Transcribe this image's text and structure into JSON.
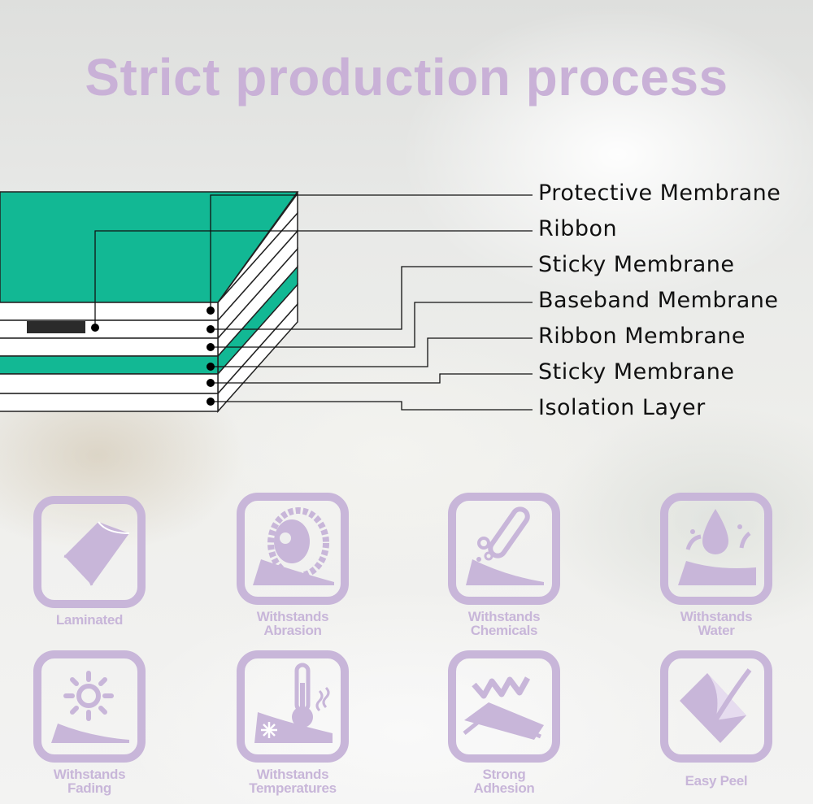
{
  "title": "Strict production process",
  "layers": [
    "Protective Membrane",
    "Ribbon",
    "Sticky Membrane",
    "Baseband Membrane",
    "Ribbon Membrane",
    "Sticky Membrane",
    "Isolation Layer"
  ],
  "features": [
    {
      "line1": "Laminated",
      "line2": "",
      "icon": "laminated-icon"
    },
    {
      "line1": "Withstands",
      "line2": "Abrasion",
      "icon": "abrasion-icon"
    },
    {
      "line1": "Withstands",
      "line2": "Chemicals",
      "icon": "chemicals-icon"
    },
    {
      "line1": "Withstands",
      "line2": "Water",
      "icon": "water-icon"
    },
    {
      "line1": "Withstands",
      "line2": "Fading",
      "icon": "sun-icon"
    },
    {
      "line1": "Withstands",
      "line2": "Temperatures",
      "icon": "thermometer-icon"
    },
    {
      "line1": "Strong",
      "line2": "Adhesion",
      "icon": "adhesion-icon"
    },
    {
      "line1": "Easy Peel",
      "line2": "",
      "icon": "peel-icon"
    }
  ],
  "colors": {
    "teal": "#12b894",
    "purple": "#c8b6d9",
    "title": "#c9b1d7"
  }
}
